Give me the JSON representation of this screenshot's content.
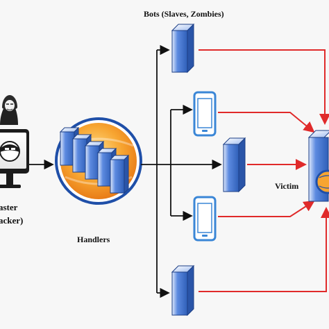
{
  "labels": {
    "bots": "Bots (Slaves, Zombies)",
    "handlers": "Handlers",
    "victim": "Victim",
    "master_line1": "aster",
    "master_line2": "acker)"
  },
  "icons": {
    "attacker": "hooded-hacker-icon",
    "master_computer": "computer-with-masked-face-icon",
    "handler_cluster": "server-cluster-on-globe-icon",
    "bot_server": "server-tower-icon",
    "bot_phone": "smartphone-icon",
    "victim_server": "server-tower-icon",
    "victim_globe": "globe-icon"
  },
  "colors": {
    "background": "#f7f7f7",
    "control_arrow": "#111111",
    "attack_arrow": "#e02a2a",
    "server_blue": "#4f7ed8",
    "server_dark": "#2f5fb8",
    "phone_blue": "#3a86d6",
    "globe_orange": "#f08a1c",
    "globe_ring": "#1f4fa8"
  }
}
